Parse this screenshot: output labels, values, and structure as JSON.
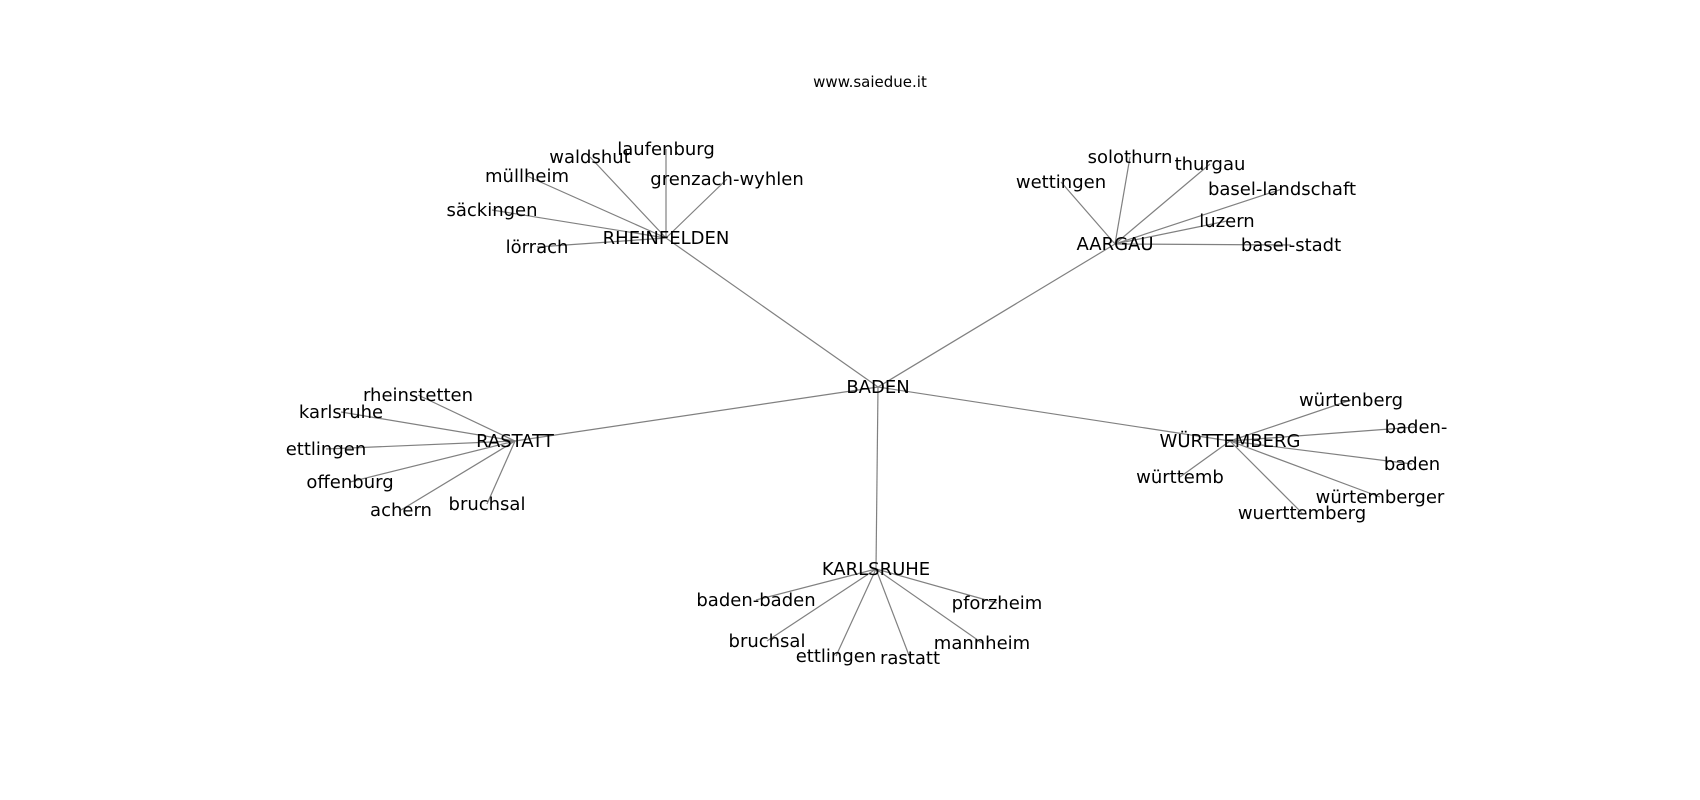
{
  "title": "www.saiedue.it",
  "center": {
    "id": "baden",
    "label": "BADEN"
  },
  "hubs": [
    {
      "id": "rheinfelden",
      "label": "RHEINFELDEN",
      "leaves": [
        {
          "id": "laufenburg",
          "label": "laufenburg"
        },
        {
          "id": "waldshut",
          "label": "waldshut"
        },
        {
          "id": "grenzach-wyhlen",
          "label": "grenzach-wyhlen"
        },
        {
          "id": "muellheim",
          "label": "müllheim"
        },
        {
          "id": "saeckingen",
          "label": "säckingen"
        },
        {
          "id": "loerrach",
          "label": "lörrach"
        }
      ]
    },
    {
      "id": "aargau",
      "label": "AARGAU",
      "leaves": [
        {
          "id": "solothurn",
          "label": "solothurn"
        },
        {
          "id": "thurgau",
          "label": "thurgau"
        },
        {
          "id": "wettingen",
          "label": "wettingen"
        },
        {
          "id": "basel-landschaft",
          "label": "basel-landschaft"
        },
        {
          "id": "luzern",
          "label": "luzern"
        },
        {
          "id": "basel-stadt",
          "label": "basel-stadt"
        }
      ]
    },
    {
      "id": "rastatt",
      "label": "RASTATT",
      "leaves": [
        {
          "id": "rheinstetten",
          "label": "rheinstetten"
        },
        {
          "id": "karlsruhe-leaf",
          "label": "karlsruhe"
        },
        {
          "id": "ettlingen-rastatt",
          "label": "ettlingen"
        },
        {
          "id": "offenburg",
          "label": "offenburg"
        },
        {
          "id": "achern",
          "label": "achern"
        },
        {
          "id": "bruchsal-rastatt",
          "label": "bruchsal"
        }
      ]
    },
    {
      "id": "wuerttemberg",
      "label": "WÜRTTEMBERG",
      "leaves": [
        {
          "id": "wuertenberg",
          "label": "würtenberg"
        },
        {
          "id": "baden-dash",
          "label": "baden-"
        },
        {
          "id": "baden-leaf",
          "label": "baden"
        },
        {
          "id": "wuerttemb",
          "label": "württemb"
        },
        {
          "id": "wuertemberger",
          "label": "würtemberger"
        },
        {
          "id": "wuerttemberg-leaf",
          "label": "wuerttemberg"
        }
      ]
    },
    {
      "id": "karlsruhe",
      "label": "KARLSRUHE",
      "leaves": [
        {
          "id": "baden-baden",
          "label": "baden-baden"
        },
        {
          "id": "pforzheim",
          "label": "pforzheim"
        },
        {
          "id": "bruchsal-karlsruhe",
          "label": "bruchsal"
        },
        {
          "id": "mannheim",
          "label": "mannheim"
        },
        {
          "id": "ettlingen-karlsruhe",
          "label": "ettlingen"
        },
        {
          "id": "rastatt-leaf",
          "label": "rastatt"
        }
      ]
    }
  ]
}
